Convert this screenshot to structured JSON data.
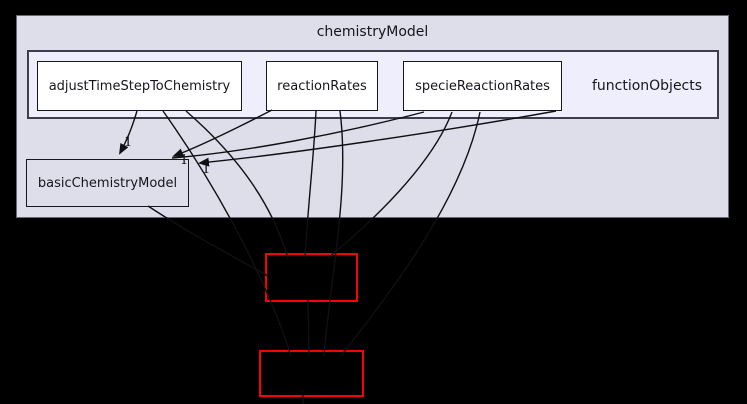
{
  "diagram": {
    "type": "directory-dependency-graph",
    "outer_cluster": {
      "label": "chemistryModel"
    },
    "inner_cluster": {
      "label": "functionObjects"
    },
    "nodes": {
      "adjust": {
        "label": "adjustTimeStepToChemistry"
      },
      "reaction": {
        "label": "reactionRates"
      },
      "specie": {
        "label": "specieReactionRates"
      },
      "basic": {
        "label": "basicChemistryModel"
      }
    },
    "external_nodes": [
      {
        "label": ""
      },
      {
        "label": ""
      }
    ],
    "edges": [
      {
        "from": "adjustTimeStepToChemistry",
        "to": "basicChemistryModel",
        "label": "1"
      },
      {
        "from": "reactionRates",
        "to": "basicChemistryModel",
        "label": "1"
      },
      {
        "from": "specieReactionRates",
        "to": "basicChemistryModel",
        "label": "1"
      },
      {
        "from": "adjustTimeStepToChemistry",
        "to": "external-node-1",
        "label": ""
      },
      {
        "from": "adjustTimeStepToChemistry",
        "to": "external-node-2",
        "label": ""
      },
      {
        "from": "reactionRates",
        "to": "external-node-1",
        "label": ""
      },
      {
        "from": "reactionRates",
        "to": "external-node-2",
        "label": ""
      },
      {
        "from": "specieReactionRates",
        "to": "external-node-1",
        "label": ""
      },
      {
        "from": "specieReactionRates",
        "to": "external-node-2",
        "label": ""
      },
      {
        "from": "basicChemistryModel",
        "to": "external-node-1",
        "label": ""
      },
      {
        "from": "external-node-1",
        "to": "external-node-2",
        "label": ""
      }
    ],
    "colors": {
      "page_background": "#000000",
      "outer_cluster_fill": "#dedeea",
      "inner_cluster_fill": "#eeeefc",
      "node_fill": "#ffffff",
      "basic_node_fill": "#dedeea",
      "external_node_border": "#ff0000",
      "edge_color": "#101014",
      "text_color": "#15151d"
    }
  }
}
